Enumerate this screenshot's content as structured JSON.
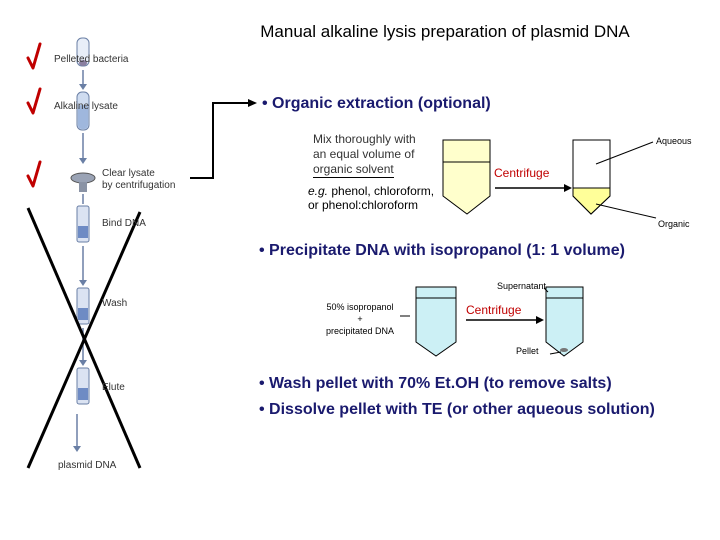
{
  "title": "Manual alkaline lysis preparation of plasmid DNA",
  "sidebar": {
    "steps": [
      {
        "label": "Pelleted bacteria",
        "checked": true
      },
      {
        "label": "Alkaline lysate",
        "checked": true
      },
      {
        "label": "Clear lysate by centrifugation",
        "line1": "Clear lysate",
        "line2": "by centrifugation",
        "checked": true
      },
      {
        "label": "Bind DNA",
        "checked": false
      },
      {
        "label": "Wash",
        "checked": false
      },
      {
        "label": "Elute",
        "checked": false
      },
      {
        "label": "plasmid DNA",
        "checked": false
      }
    ],
    "check_color": "#c00000",
    "cross_color": "#000000"
  },
  "organic": {
    "heading": "• Organic extraction (optional)",
    "mix_line1": "Mix thoroughly with",
    "mix_line2": "an equal volume of",
    "mix_line3": "organic solvent",
    "eg_prefix": "e.g.",
    "eg_line1": " phenol, chloroform,",
    "eg_line2": "or phenol:chloroform",
    "centrifuge": "Centrifuge",
    "aqueous": "Aqueous",
    "organic_label": "Organic",
    "tube_fill": "#ffffcc",
    "organic_fill": "#ffff99"
  },
  "precip": {
    "heading": "• Precipitate DNA with isopropanol (1: 1 volume)",
    "left_line1": "50% isopropanol",
    "left_line2": "+",
    "left_line3": "precipitated DNA",
    "centrifuge": "Centrifuge",
    "supernatant": "Supernatant",
    "pellet": "Pellet",
    "tube_fill": "#ccf0f5"
  },
  "final": {
    "wash": "• Wash pellet with 70% Et.OH (to remove salts)",
    "dissolve": "• Dissolve pellet with TE (or other aqueous solution)"
  }
}
